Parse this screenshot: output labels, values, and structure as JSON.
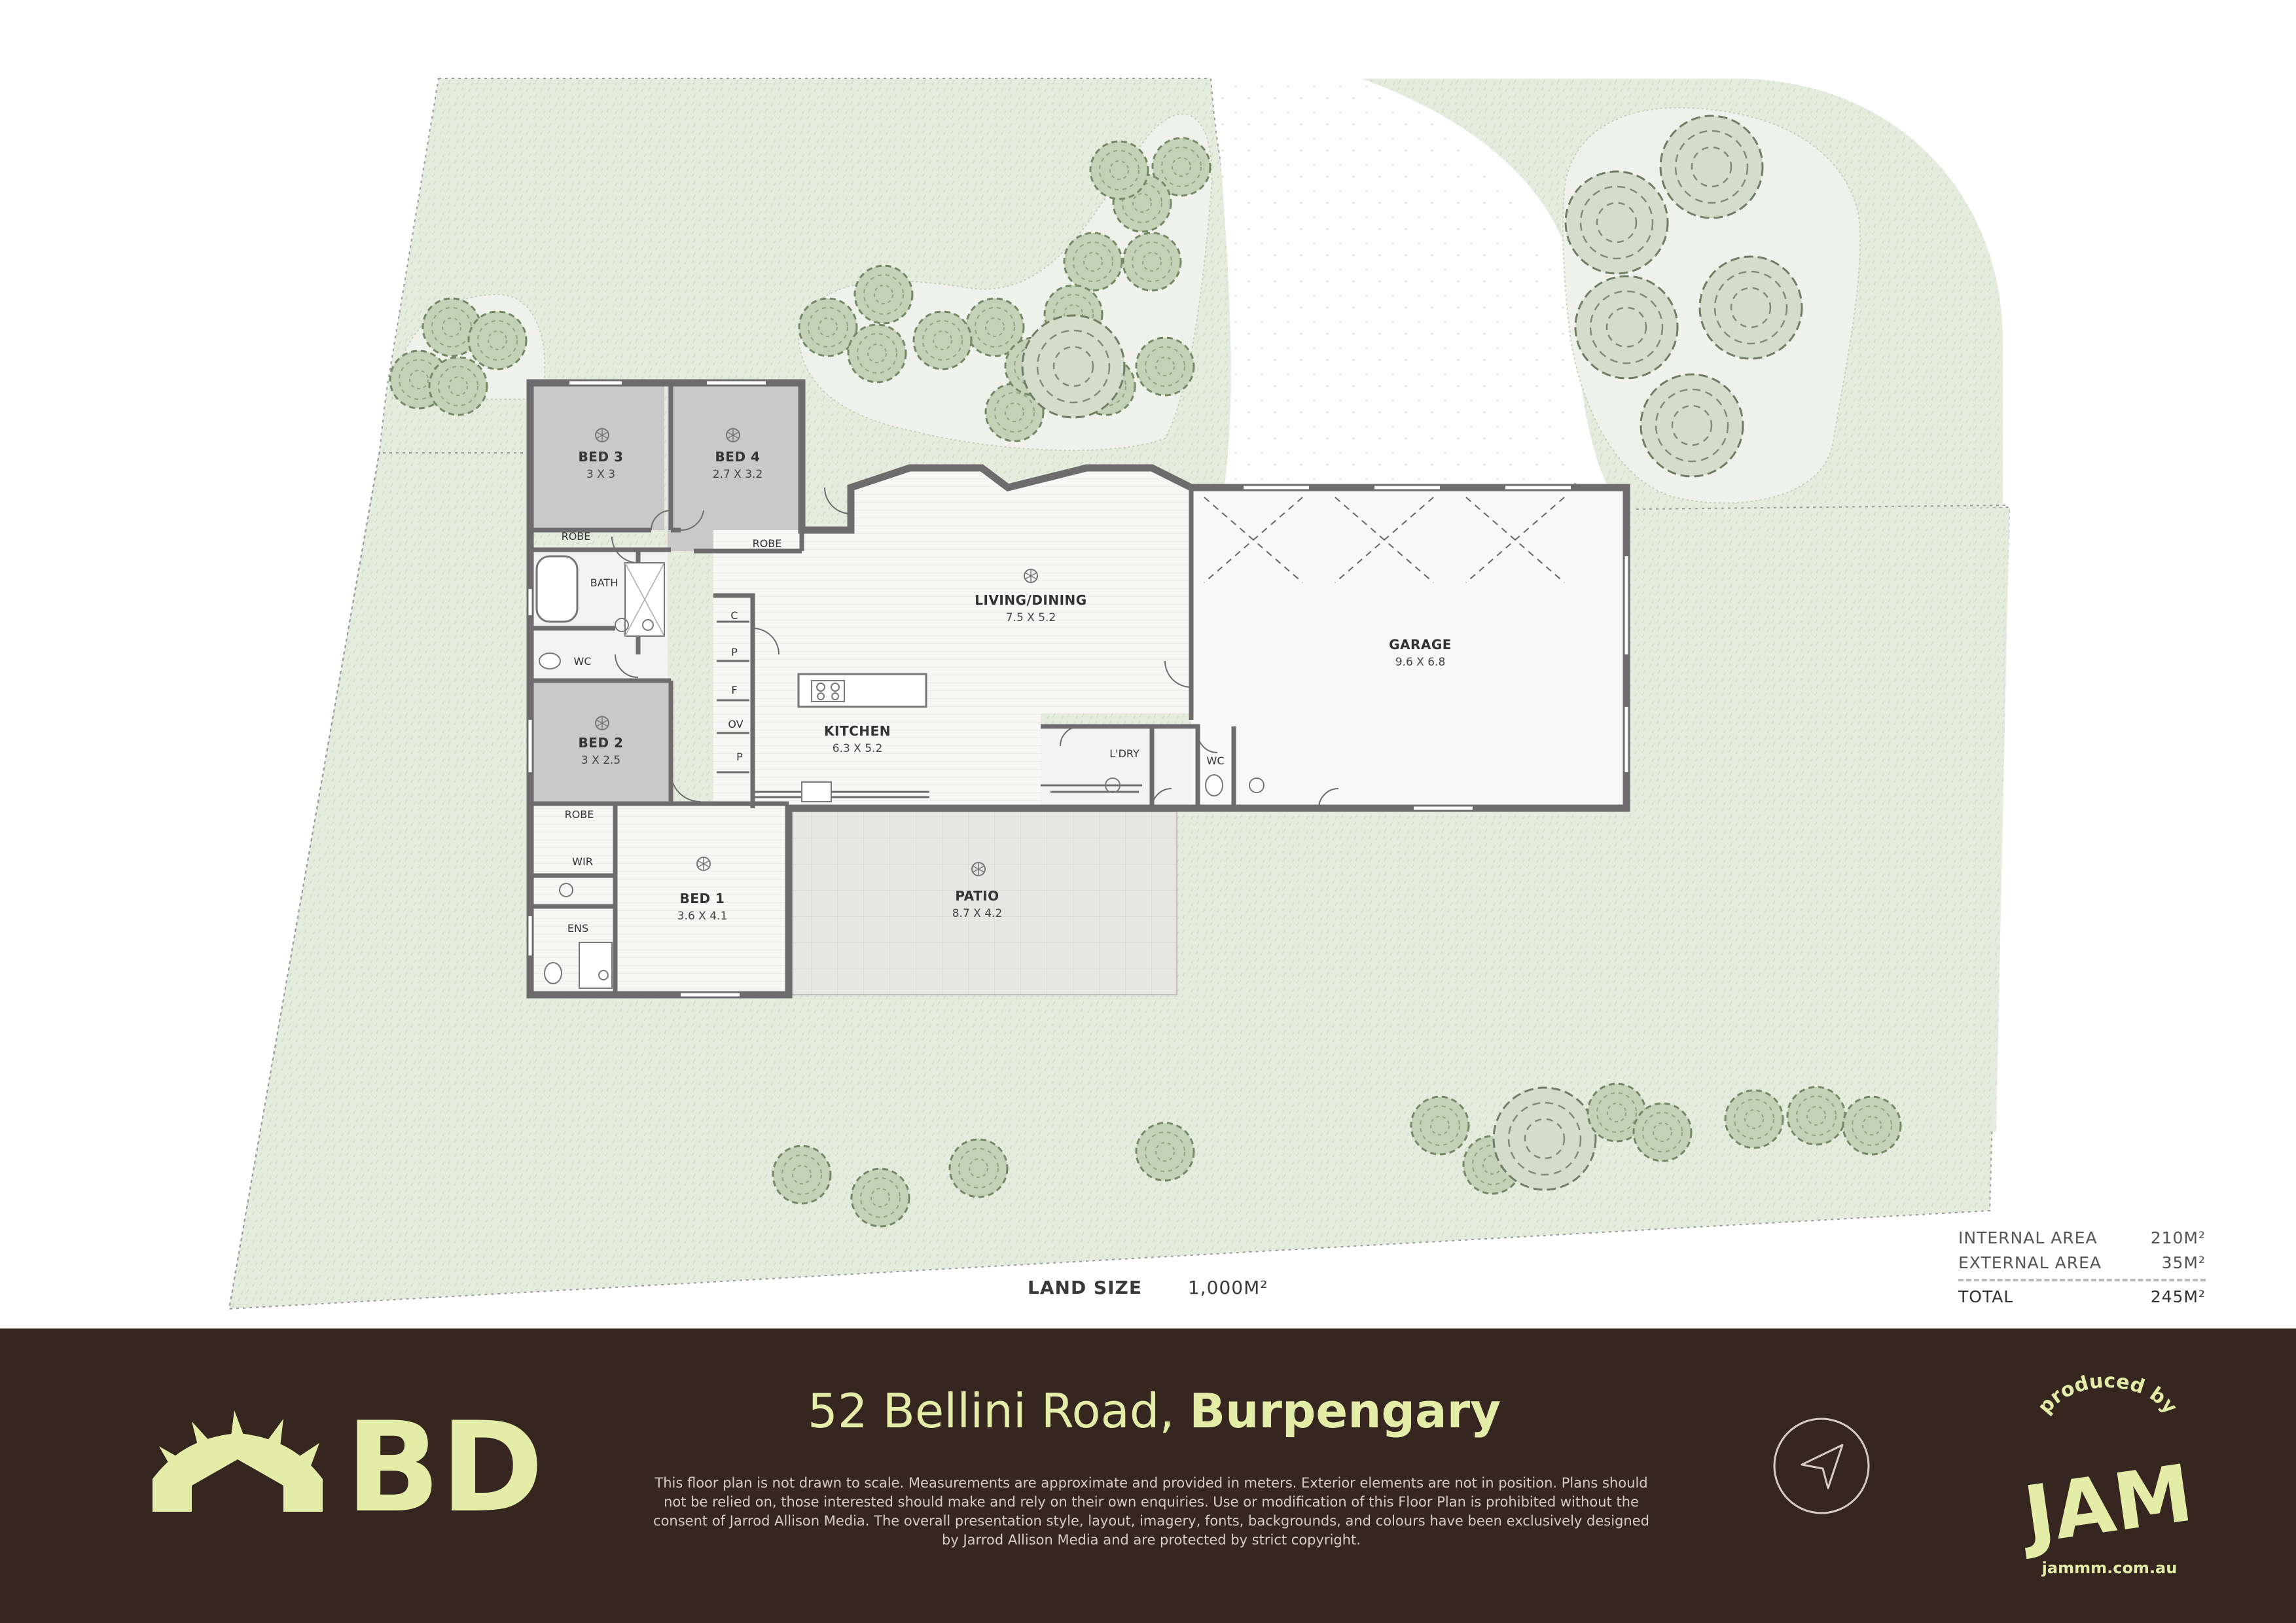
{
  "rooms": {
    "bed3": {
      "name": "BED 3",
      "dims": "3 X 3"
    },
    "bed4": {
      "name": "BED 4",
      "dims": "2.7 X 3.2"
    },
    "bed2": {
      "name": "BED 2",
      "dims": "3 X 2.5"
    },
    "bed1": {
      "name": "BED 1",
      "dims": "3.6 X 4.1"
    },
    "living": {
      "name": "LIVING/DINING",
      "dims": "7.5 X 5.2"
    },
    "kitchen": {
      "name": "KITCHEN",
      "dims": "6.3 X 5.2"
    },
    "garage": {
      "name": "GARAGE",
      "dims": "9.6 X 6.8"
    },
    "patio": {
      "name": "PATIO",
      "dims": "8.7 X 4.2"
    }
  },
  "small_labels": {
    "robe1": "ROBE",
    "robe2": "ROBE",
    "robe3": "ROBE",
    "bath": "BATH",
    "wc1": "WC",
    "wc2": "WC",
    "ldry": "L'DRY",
    "wir": "WIR",
    "ens": "ENS",
    "c": "C",
    "p1": "P",
    "f": "F",
    "ov": "OV",
    "p2": "P"
  },
  "land": {
    "label": "LAND SIZE",
    "value": "1,000M²"
  },
  "areas": {
    "internal_label": "INTERNAL AREA",
    "internal_value": "210M²",
    "external_label": "EXTERNAL AREA",
    "external_value": "35M²",
    "total_label": "TOTAL",
    "total_value": "245M²"
  },
  "footer": {
    "address_street": "52 Bellini Road,",
    "address_suburb": "Burpengary",
    "disclaimer": "This floor plan is not drawn to scale. Measurements are approximate and provided in meters. Exterior elements are not in position. Plans should not be relied on, those interested should make and rely on their own enquiries. Use or modification of this Floor Plan is prohibited without the consent of Jarrod Allison Media. The overall presentation style, layout, imagery, fonts, backgrounds, and colours have been exclusively designed by Jarrod Allison Media and are protected by strict copyright.",
    "logo_text": "BD",
    "produced_by": "produced by",
    "jam_text": "JAM",
    "jam_url": "jammm.com.au"
  },
  "colors": {
    "footer_bg": "#352620",
    "accent": "#e4eda8",
    "lawn": "#e3ecdd",
    "bedroom_fill": "#c9c9c9",
    "interior_fill": "#f6f6f6",
    "patio_fill": "#e6e7e4"
  }
}
